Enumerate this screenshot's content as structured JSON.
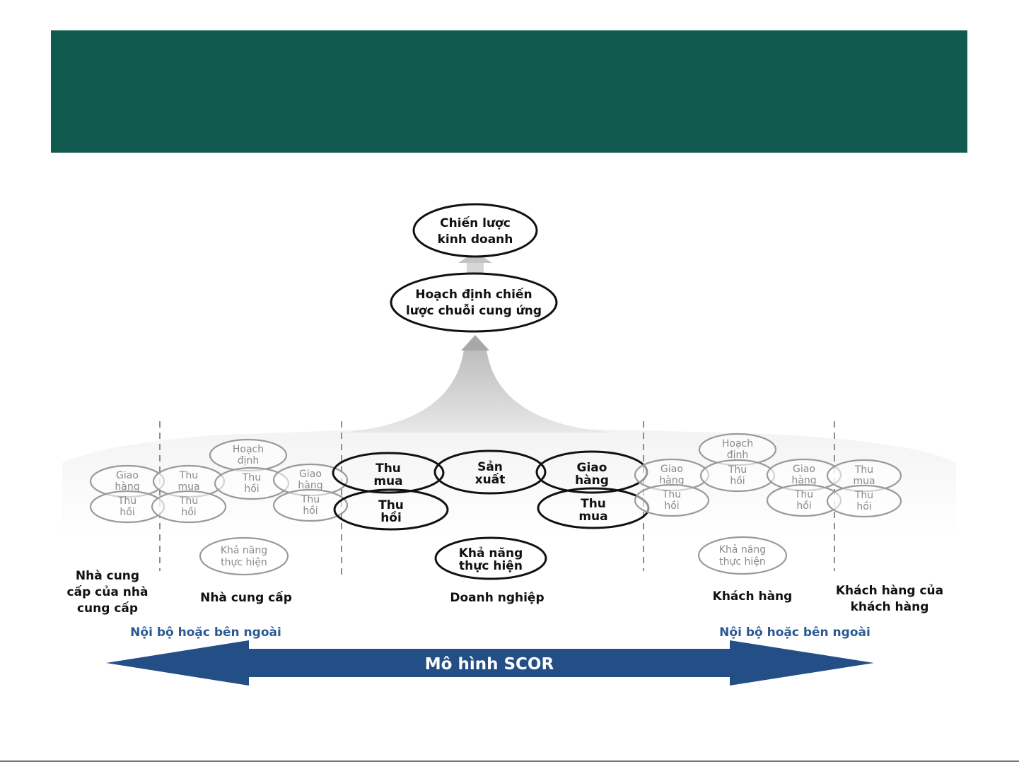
{
  "colors": {
    "title_bar": "#105a50",
    "arrow_blue": "#244f86",
    "blue_text": "#2a5a93",
    "dark_ellipse": "#111111",
    "grey_ellipse": "#9a9a9a"
  },
  "top": {
    "strategy": [
      "Chiến lược",
      "kinh doanh"
    ],
    "planning": [
      "Hoạch định chiến",
      "lược chuỗi cung ứng"
    ]
  },
  "zones": {
    "suppliers_supplier": {
      "label": [
        "Nhà cung",
        "cấp của nhà",
        "cung cấp"
      ],
      "nodes": [
        [
          "Giao",
          "hàng"
        ],
        [
          "Thu",
          "hồi"
        ]
      ]
    },
    "supplier": {
      "label": [
        "Nhà cung cấp"
      ],
      "nodes": [
        [
          "Hoạch",
          "định"
        ],
        [
          "Thu",
          "mua"
        ],
        [
          "Thu",
          "hồi"
        ],
        [
          "Thu",
          "hồi"
        ],
        [
          "Giao",
          "hàng"
        ],
        [
          "Thu",
          "hồi"
        ]
      ],
      "capability": [
        "Khả năng",
        "thực hiện"
      ]
    },
    "enterprise": {
      "label": [
        "Doanh nghiệp"
      ],
      "nodes": [
        [
          "Thu",
          "mua"
        ],
        [
          "Thu",
          "hồi"
        ],
        [
          "Sản",
          "xuất"
        ],
        [
          "Giao",
          "hàng"
        ],
        [
          "Thu",
          "mua"
        ]
      ],
      "capability": [
        "Khả năng",
        "thực hiện"
      ]
    },
    "customer": {
      "label": [
        "Khách hàng"
      ],
      "nodes": [
        [
          "Giao",
          "hàng"
        ],
        [
          "Thu",
          "hồi"
        ],
        [
          "Hoạch",
          "định"
        ],
        [
          "Thu",
          "hồi"
        ],
        [
          "Giao",
          "hàng"
        ],
        [
          "Thu",
          "hồi"
        ]
      ],
      "capability": [
        "Khả năng",
        "thực hiện"
      ]
    },
    "customers_customer": {
      "label": [
        "Khách hàng của",
        "khách hàng"
      ],
      "nodes": [
        [
          "Thu",
          "mua"
        ],
        [
          "Thu",
          "hồi"
        ]
      ]
    }
  },
  "internal_external_left": "Nội bộ hoặc bên ngoài",
  "internal_external_right": "Nội bộ hoặc bên ngoài",
  "scor_model": "Mô hình SCOR"
}
